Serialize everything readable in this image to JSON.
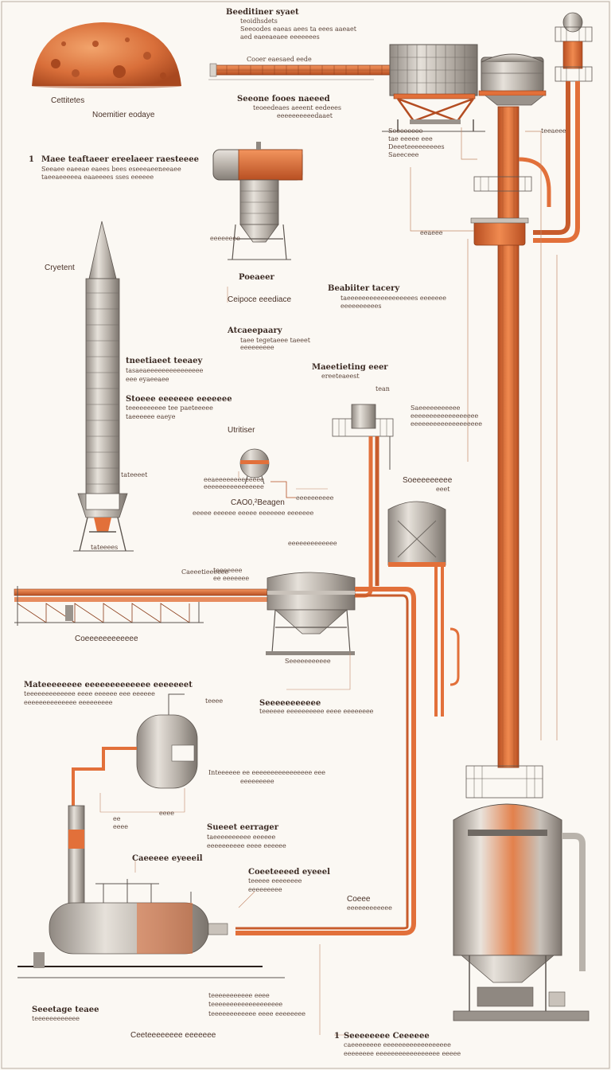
{
  "labels": {
    "mars_caption": "Cettitetes",
    "mars_surface": "Noemitier eodaye",
    "top_head": "Beeditiner syaet",
    "top_sub1": "teoidhsdets",
    "top_sub2": "Seeoodes eaeas aees ta eees aaeaet",
    "top_sub3": "aed eaeeaeaee eeeeeees",
    "pipe_caption": "Cooer eaesaed eede",
    "scaffold_head": "Seeone fooes naeeed",
    "scaffold_sub1": "teoeedeaes aeeent eedeees",
    "scaffold_sub2": "eeeeeeeeeedaaet",
    "left_head": "Maee teaftaeer ereelaeer raesteeee",
    "left_sub1": "Seeaee eaeeae eaees bees eseeeaeeneeaee",
    "left_sub2": "taeeaeeeeea eaaeeees sses eeeeee",
    "tag_r1": "Seeeeeeee",
    "tag_r2": "tae eeeee eee",
    "tag_r3": "Deeeteeeeeeeees",
    "tag_r4": "Saeeceee",
    "side_a": "teeaeee",
    "side_b": "eeaeee",
    "cryo": "Cryetent",
    "reactor": "Poeaeer",
    "reactor_sub": "Ceipoce eeediace",
    "reactor_tag": "eeeeeeee",
    "bb_head": "Beabiiter tacery",
    "bb_sub1": "taeeeeeeeeeeeeeeeeees eeeeeee",
    "bb_sub2": "eeeeeeeeees",
    "assy_head": "Atcaeepaary",
    "assy_sub": "taee tegetaeee taeeet",
    "assy_sub2": "eeeeeeeee",
    "rocket_h1": "tneetiaeet teeaey",
    "rocket_s1": "tasaeaeeeeeeeeeeeeeee",
    "rocket_s2": "eee eyaeeaee",
    "rocket_h2": "Stoeee eeeeeee eeeeeee",
    "rocket_s3": "teeeeeeeeee tee paeteeeee",
    "rocket_s4": "taeeeeee eaeye",
    "rocket_tag": "tateeeet",
    "rocket_base": "tateeees",
    "manu_head": "Maeetieting eeer",
    "manu_sub": "ereeteaeest",
    "manu_tag": "tean",
    "manu_r1": "Saeeeeeeeeeee",
    "manu_r2": "eeeeeeeeeeeeeeeeee",
    "manu_r3": "eeeeeeeeeeeeeeeeeee",
    "util": "Utritiser",
    "util_t1": "eeaeeeeeeeeeeeee",
    "util_t2": "eeeeeeeeeeeeeeee",
    "util_t3": "eeeeeeeeee",
    "co2": "CAO0,²Beagen",
    "co2_sub": "eeeee eeeeee eeeee eeeeeee eeeeeee",
    "silo_head": "Soeeeeeeeee",
    "silo_tag": "eeet",
    "belt_tag": "Caeeetieeeeee",
    "belt_caption": "Coeeeeeeeeeeee",
    "hopper_tag": "eeeeeeeeeeeee",
    "hopper_base": "Seeeeeeeeeee",
    "hopper_l1": "teeeeeee",
    "hopper_l2": "ee eeeeeee",
    "sep_head": "Mateeeeeeee eeeeeeeeeeeee eeeeeeet",
    "sep_sub1": "teeeeeeeeeeeee eeee eeeeee eee eeeeee",
    "sep_sub2": "eeeeeeeeeeeeee eeeeeeeee",
    "tank_top": "teeee",
    "tank_head": "Seeeeeeeeeee",
    "tank_sub": "teeeeee eeeeeeeeee eeee eeeeeeee",
    "tank_r1": "Inteeeeee ee eeeeeeeeeeeeeeee eee",
    "tank_r2": "eeeeeeeee",
    "tank_bl": "ee",
    "tank_bc": "eeee",
    "tank_br": "eeee",
    "st_head": "Sueeet eerrager",
    "st_sub1": "taeeeeeeeeee eeeeee",
    "st_sub2": "eeeeeeeeee eeee eeeeee",
    "gas_head": "Caeeeee eyeeeil",
    "cb_head": "Coeeteeeed eyeeel",
    "cb_sub1": "teeeee eeeeeeee",
    "cb_sub2": "eeeeeeeee",
    "cc_head": "Coeee",
    "cc_sub": "eeeeeeeeeeee",
    "stor_head": "Seeetage teaee",
    "stor_sub": "teeeeeeeeeeee",
    "stor_base": "Ceeteeeeeeee eeeeeee",
    "bot_tag1": "teeeeeeeeeee eeee",
    "bot_tag2": "teeeeeeeeeeeeeeeeeee",
    "bot_tag3": "teeeeeeeeeeee eeee eeeeeeee",
    "br_head": "Seeeeeeee Ceeeeee",
    "br_sub1": "caeeeeeeee eeeeeeeeeeeeeeeeee",
    "br_sub2": "eeeeeeee eeeeeeeeeeeeeeeee eeeee",
    "num_left": "1",
    "num_bottom": "1"
  },
  "colors": {
    "copper": "#e2703a",
    "copper_dark": "#b44d22",
    "steel": "#b9b3ab",
    "steel_dark": "#6f6963",
    "ink": "#3c2b24",
    "paper": "#fbf8f3"
  }
}
